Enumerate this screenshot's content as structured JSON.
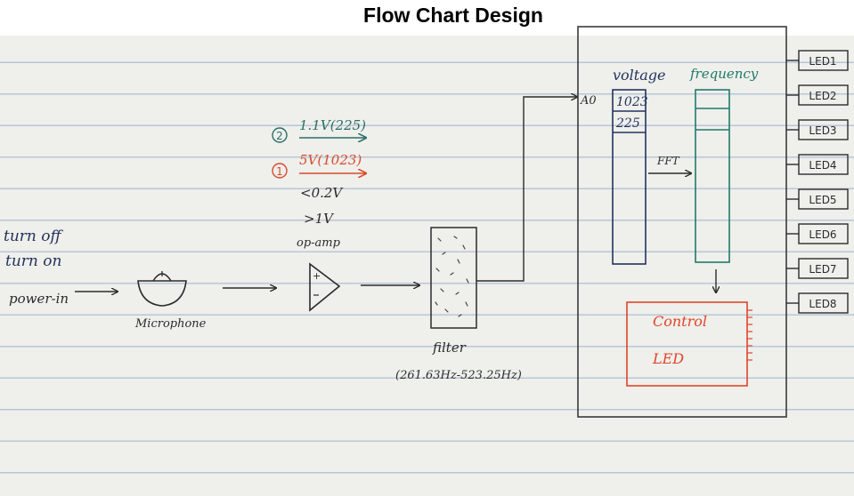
{
  "title": "Flow Chart Design",
  "labels": {
    "turn_off": "turn off",
    "turn_on": "turn on",
    "power_in": "power-in",
    "microphone": "Microphone",
    "op_amp": "op-amp",
    "v_low": "<0.2V",
    "v_high": ">1V",
    "marker_2": "2",
    "marker_1": "1",
    "signal_2": "1.1V(225)",
    "signal_1": "5V(1023)",
    "filter": "filter",
    "filter_range": "(261.63Hz-523.25Hz)",
    "pin": "A0",
    "voltage": "voltage",
    "v_1023": "1023",
    "v_225": "225",
    "fft": "FFT",
    "frequency": "frequency",
    "control": "Control",
    "led": "LED"
  },
  "leds": [
    "LED1",
    "LED2",
    "LED3",
    "LED4",
    "LED5",
    "LED6",
    "LED7",
    "LED8"
  ],
  "colors": {
    "ink": "#2b2b2b",
    "signal_teal": "#2a6e6a",
    "signal_red": "#d64a2e",
    "navy": "#23335e",
    "freq_green": "#1f7a6b",
    "control_red": "#e0452b"
  }
}
